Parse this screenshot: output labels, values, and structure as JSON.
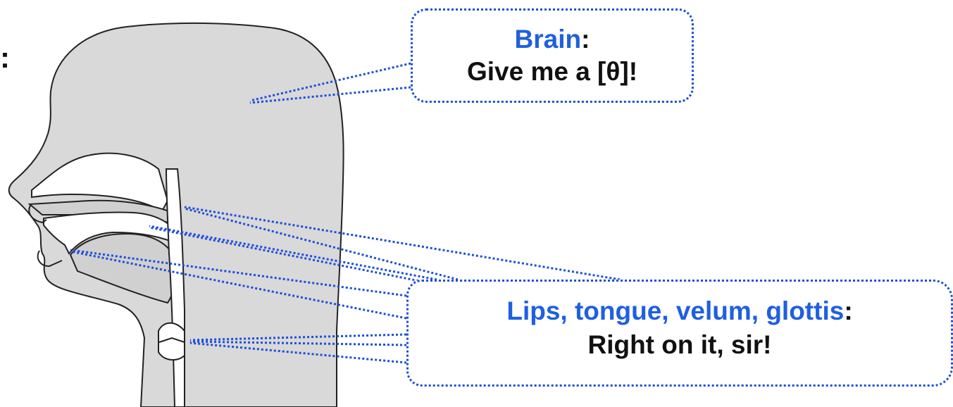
{
  "diagram": {
    "edge_text": ":",
    "brain_bubble": {
      "speaker": "Brain",
      "colon": ":",
      "line": "Give me a [θ]!"
    },
    "articulators_bubble": {
      "speaker": "Lips, tongue, velum, glottis",
      "colon": ":",
      "line": "Right on it, sir!"
    }
  },
  "colors": {
    "speaker_blue": "#1f5fe0",
    "connector_blue": "#1f4fd8",
    "head_fill": "#d9d9d9",
    "text": "#111111"
  },
  "icons": {
    "head": "head-cross-section-illustration"
  }
}
